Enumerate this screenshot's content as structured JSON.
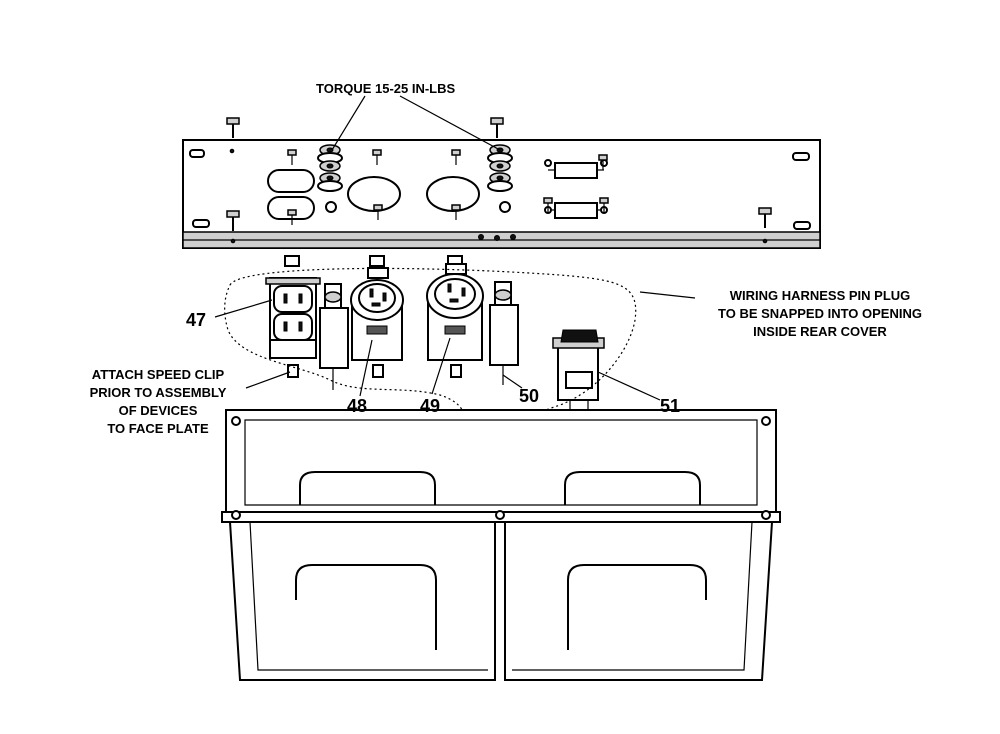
{
  "notes": {
    "torque": "TORQUE 15-25 IN-LBS",
    "harness": [
      "WIRING HARNESS PIN PLUG",
      "TO BE SNAPPED INTO OPENING",
      "INSIDE REAR COVER"
    ],
    "speed_clip": [
      "ATTACH SPEED CLIP",
      "PRIOR TO ASSEMBLY",
      "OF DEVICES",
      "TO FACE PLATE"
    ]
  },
  "callouts": [
    "47",
    "48",
    "49",
    "50",
    "51"
  ]
}
